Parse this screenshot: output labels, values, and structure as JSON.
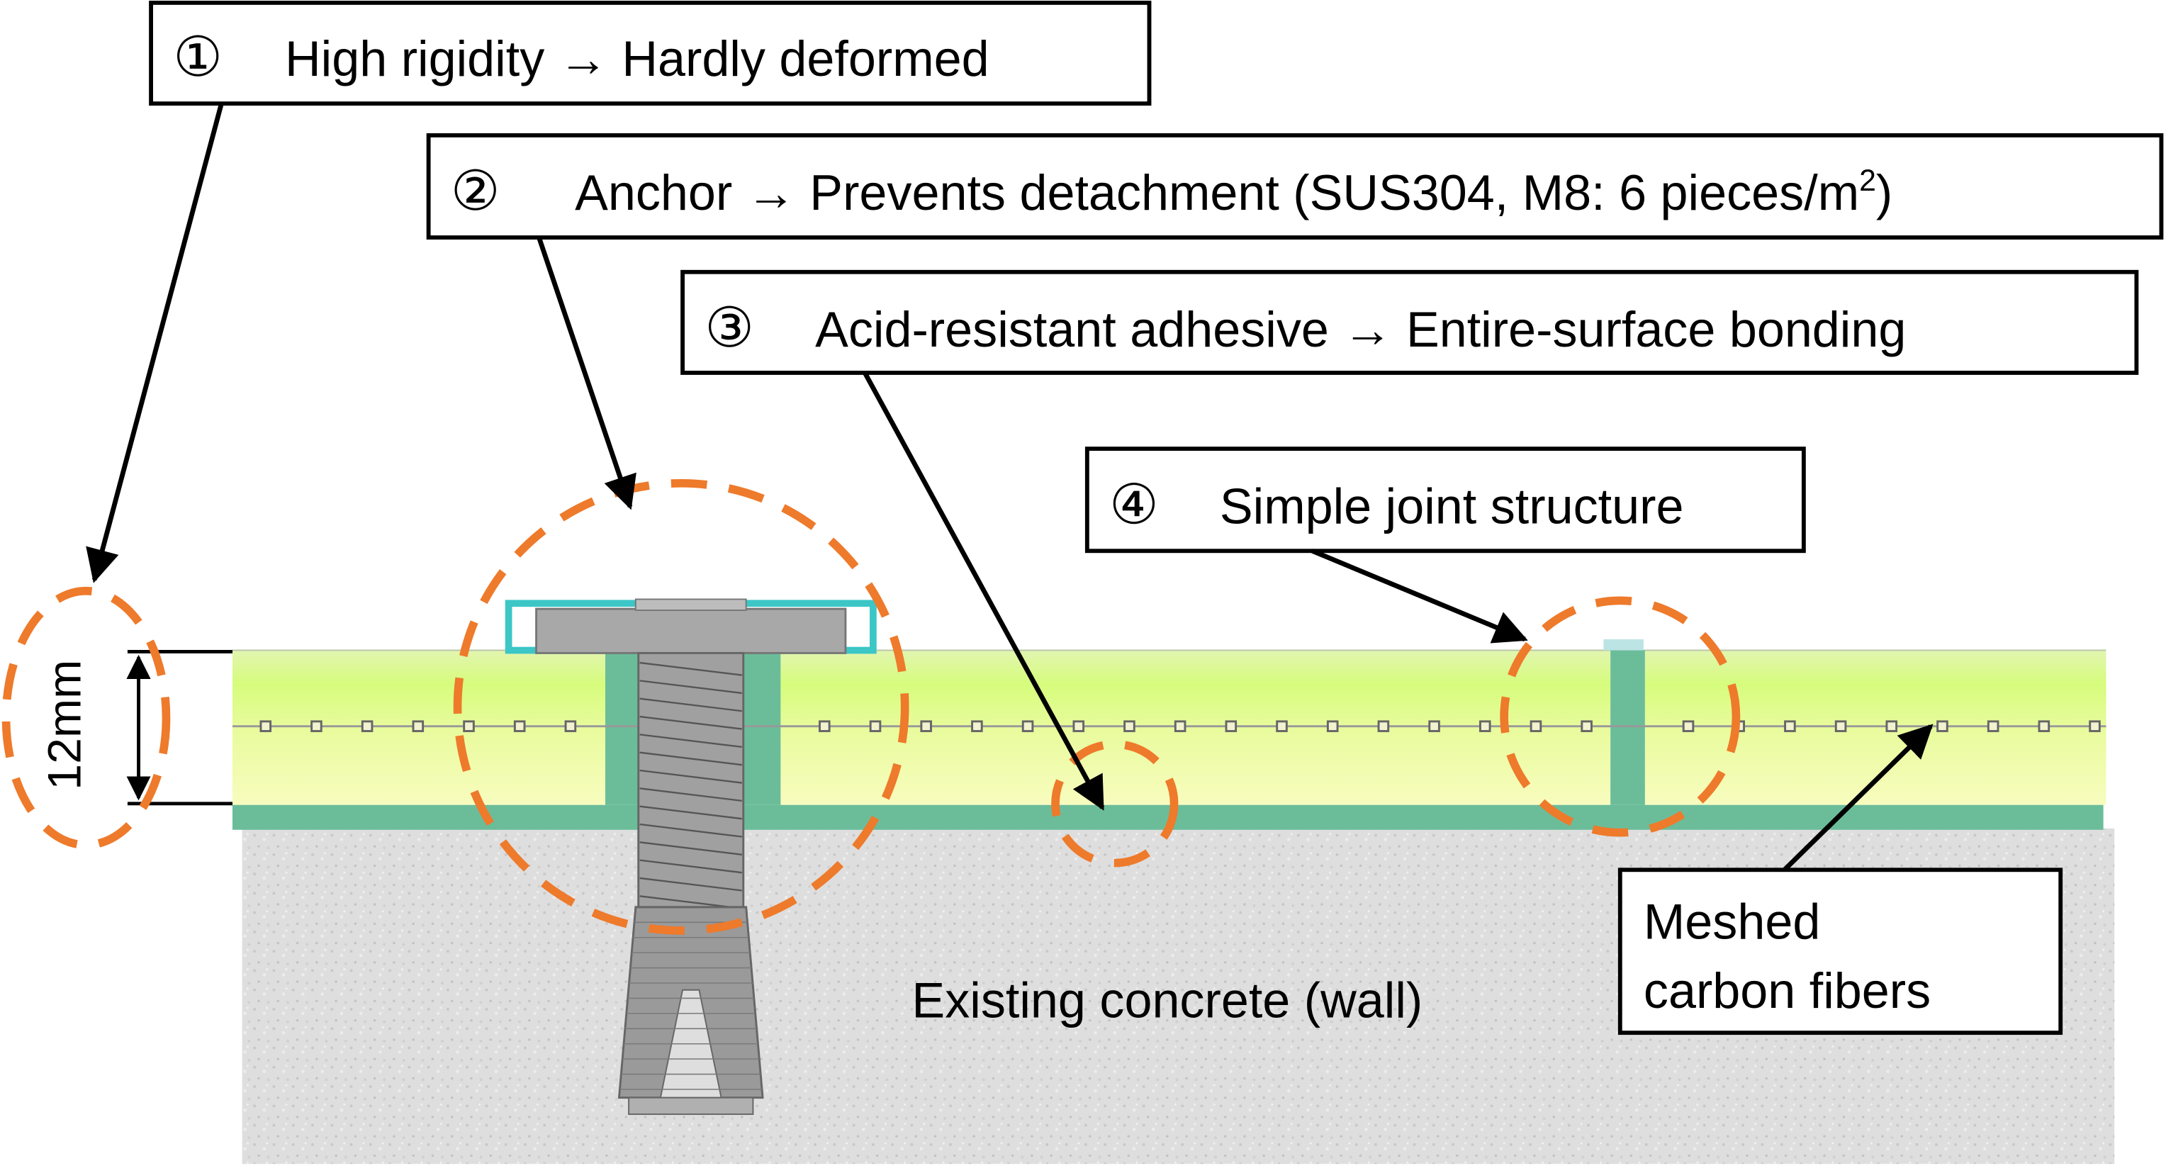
{
  "callouts": {
    "c1": {
      "num": "①",
      "text": "High rigidity → Hardly deformed"
    },
    "c2": {
      "num": "②",
      "text_before_sup": "Anchor → Prevents detachment (SUS304, M8: 6 pieces/m",
      "sup": "2",
      "text_after_sup": ")"
    },
    "c3": {
      "num": "③",
      "text": "Acid-resistant adhesive → Entire-surface bonding"
    },
    "c4": {
      "num": "④",
      "text": "Simple joint structure"
    }
  },
  "labels": {
    "thickness": "12mm",
    "concrete": "Existing concrete (wall)",
    "mesh_line1": "Meshed",
    "mesh_line2": "carbon fibers"
  },
  "colors": {
    "panel_top": "#e2f5b0",
    "panel_mid": "#d6fc7c",
    "panel_bottom": "#f5fcb8",
    "adhesive_green": "#6bbd9a",
    "anchor_gray": "#a8a8a8",
    "cap_cyan": "#3cc6c6",
    "dash_orange": "#ee7a2b",
    "concrete": "#dcdcdc"
  }
}
